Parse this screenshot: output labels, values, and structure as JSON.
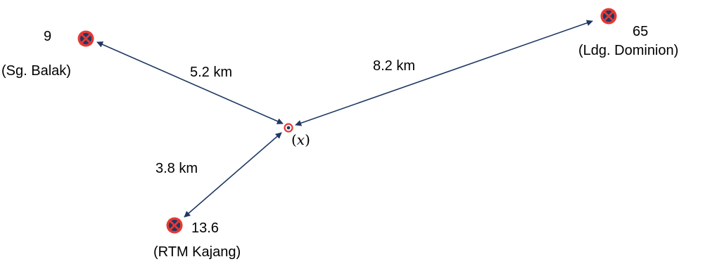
{
  "center": {
    "label": "(𝑥)"
  },
  "stations": [
    {
      "id": "sg-balak",
      "value": "9",
      "name": "(Sg. Balak)",
      "distance": "5.2 km"
    },
    {
      "id": "ldg-dominion",
      "value": "65",
      "name": "(Ldg. Dominion)",
      "distance": "8.2 km"
    },
    {
      "id": "rtm-kajang",
      "value": "13.6",
      "name": "(RTM Kajang)",
      "distance": "3.8 km"
    }
  ],
  "colors": {
    "arrow": "#1f3864",
    "marker_fill": "#e53935",
    "marker_cross": "#1f3864",
    "center_ring": "#e53935",
    "center_dot": "#1f3864"
  },
  "icons": {
    "station": "no-stopping-sign-icon",
    "center": "target-point-icon"
  }
}
